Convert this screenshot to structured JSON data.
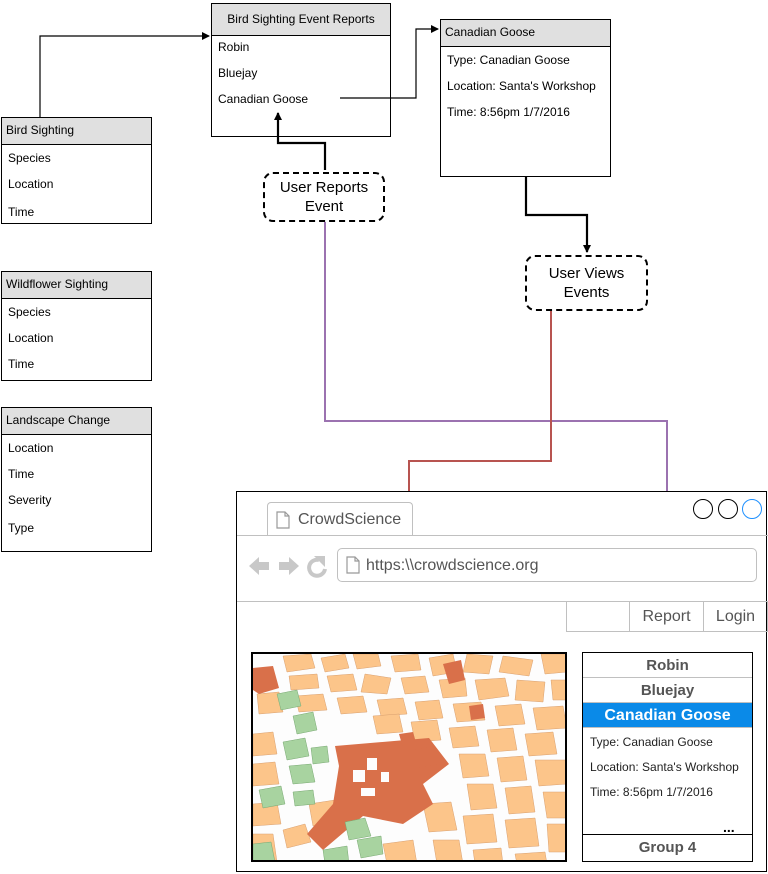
{
  "bird_sighting": {
    "title": "Bird Sighting",
    "fields": [
      "Species",
      "Location",
      "Time"
    ]
  },
  "wildflower_sighting": {
    "title": "Wildflower Sighting",
    "fields": [
      "Species",
      "Location",
      "Time"
    ]
  },
  "landscape_change": {
    "title": "Landscape Change",
    "fields": [
      "Location",
      "Time",
      "Severity",
      "Type"
    ]
  },
  "event_reports": {
    "title": "Bird Sighting Event Reports",
    "items": [
      "Robin",
      "Bluejay",
      "Canadian Goose"
    ]
  },
  "goose_detail": {
    "title": "Canadian Goose",
    "fields": [
      "Type: Canadian Goose",
      "Location: Santa's Workshop",
      "Time: 8:56pm 1/7/2016"
    ]
  },
  "user_reports": {
    "label_line1": "User Reports",
    "label_line2": "Event"
  },
  "user_views": {
    "label_line1": "User Views",
    "label_line2": "Events"
  },
  "browser": {
    "tab_title": "CrowdScience",
    "url": "https:\\\\crowdscience.org",
    "nav": {
      "report": "Report",
      "login": "Login"
    },
    "sidebar": {
      "items": [
        "Robin",
        "Bluejay",
        "Canadian Goose"
      ],
      "selected": "Canadian Goose",
      "details": [
        "Type: Canadian Goose",
        "Location: Santa's Workshop",
        "Time: 8:56pm 1/7/2016"
      ],
      "more": "...",
      "footer": "Group 4"
    }
  },
  "colors": {
    "selected": "#0a8ae8",
    "purple_arrow": "#9b72b0",
    "red_arrow": "#b85450",
    "map_orange": "#fcc58a",
    "map_dark": "#d9704a",
    "map_green": "#a8d3a0"
  }
}
